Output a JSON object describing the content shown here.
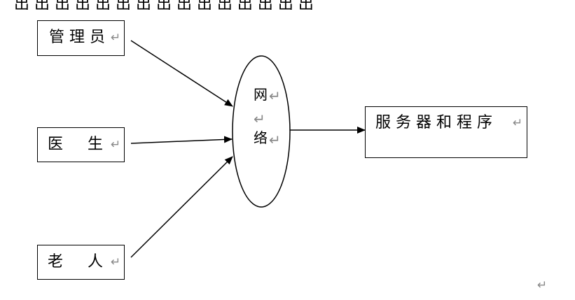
{
  "nodes": {
    "admin": "管 理 员",
    "doctor": "医     生",
    "elder": "老     人",
    "network_line1": "网",
    "network_line3": "络",
    "server": "服 务 器 和 程 序"
  },
  "marks": {
    "return": "↵"
  }
}
